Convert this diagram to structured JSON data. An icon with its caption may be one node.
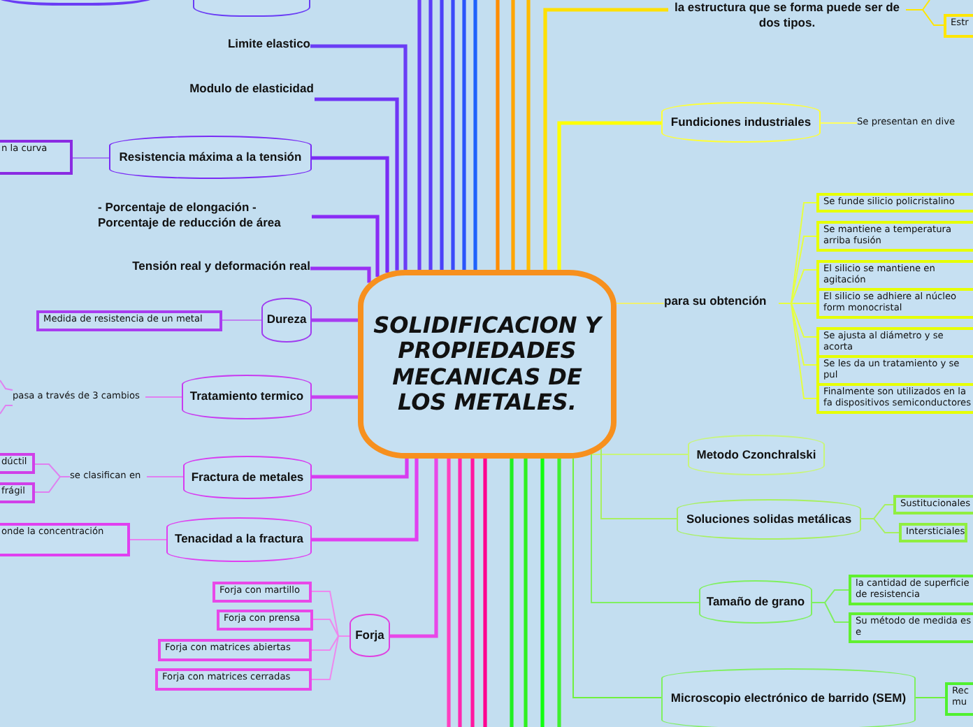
{
  "diagram": {
    "nodes": [
      {
        "text": [
          "SOLIDIFICACION Y PROPIEDADES MECANICAS DE LOS METALES."
        ]
      },
      {
        "text": [],
        "shape": "box"
      },
      {
        "text": [],
        "shape": "box"
      },
      {
        "text": [
          "Limite elastico"
        ]
      },
      {
        "text": [
          "Modulo de elasticidad"
        ]
      },
      {
        "text": [
          "Resistencia máxima a la tensión"
        ]
      },
      {
        "text": [
          "n la curva"
        ]
      },
      {
        "text": [
          "- Porcentaje de elongación - Porcentaje de reducción de área"
        ]
      },
      {
        "text": [
          "Tensión real y deformación real"
        ]
      },
      {
        "text": [
          "Dureza"
        ]
      },
      {
        "text": [
          "Medida de resistencia de un metal"
        ]
      },
      {
        "text": [
          "Tratamiento termico"
        ]
      },
      {
        "text": [
          "pasa a través de 3 cambios"
        ]
      },
      {
        "text": [
          "Fractura de metales"
        ]
      },
      {
        "text": [
          "se clasifican en"
        ]
      },
      {
        "text": [
          "dúctil"
        ]
      },
      {
        "text": [
          "frágil"
        ]
      },
      {
        "text": [
          "Tenacidad a la fractura"
        ]
      },
      {
        "text": [
          "onde la concentración"
        ]
      },
      {
        "text": [
          "Forja"
        ]
      },
      {
        "text": [
          "Forja con martillo"
        ]
      },
      {
        "text": [
          "Forja con prensa"
        ]
      },
      {
        "text": [
          "Forja con matrices abiertas"
        ]
      },
      {
        "text": [
          "Forja con matrices cerradas"
        ]
      },
      {
        "text": [
          "la estructura que se forma puede ser de dos tipos."
        ]
      },
      {
        "text": [
          "Estr"
        ]
      },
      {
        "text": [
          "Fundiciones industriales"
        ]
      },
      {
        "text": [
          "Se presentan en dive"
        ]
      },
      {
        "text": [
          "para su obtención"
        ]
      },
      {
        "text": [
          "Se funde silicio policristalino"
        ]
      },
      {
        "text": [
          "Se mantiene a temperatura arriba fusión"
        ]
      },
      {
        "text": [
          "El silicio se mantiene en agitación"
        ]
      },
      {
        "text": [
          "El silicio se adhiere al núcleo form monocristal"
        ]
      },
      {
        "text": [
          "Se ajusta al diámetro y se acorta"
        ]
      },
      {
        "text": [
          "Se les da un tratamiento y se pul"
        ]
      },
      {
        "text": [
          "Finalmente son utilizados en la fa dispositivos semiconductores"
        ]
      },
      {
        "text": [
          "Metodo Czonchralski"
        ]
      },
      {
        "text": [
          "Soluciones solidas metálicas"
        ]
      },
      {
        "text": [
          "Sustitucionales"
        ]
      },
      {
        "text": [
          "Intersticiales"
        ]
      },
      {
        "text": [
          "Tamaño de grano"
        ]
      },
      {
        "text": [
          "la cantidad de superficie de resistencia"
        ]
      },
      {
        "text": [
          "Su método de medida es e"
        ]
      },
      {
        "text": [
          "Microscopio electrónico de barrido (SEM)"
        ]
      },
      {
        "text": [
          "Rec mu"
        ]
      }
    ],
    "edges": [
      {
        "from": 3,
        "to": 0,
        "arrow": "none",
        "style": "thick",
        "color": "#6a3df5"
      },
      {
        "from": 4,
        "to": 0,
        "arrow": "none",
        "style": "thick",
        "color": "#7035f6"
      },
      {
        "from": 5,
        "to": 0,
        "arrow": "none",
        "style": "thick",
        "color": "#7a2cf5"
      },
      {
        "from": 5,
        "to": 6,
        "arrow": "none",
        "color": "#a080f0"
      },
      {
        "from": 7,
        "to": 0,
        "arrow": "none",
        "style": "thick",
        "color": "#8a2cf5"
      },
      {
        "from": 8,
        "to": 0,
        "arrow": "none",
        "style": "thick",
        "color": "#9a30f3"
      },
      {
        "from": 9,
        "to": 0,
        "arrow": "none",
        "style": "thick",
        "color": "#a83cf0"
      },
      {
        "from": 9,
        "to": 10,
        "arrow": "none",
        "color": "#c080f0"
      },
      {
        "from": 11,
        "to": 0,
        "arrow": "none",
        "style": "thick",
        "color": "#c840f0"
      },
      {
        "from": 11,
        "to": 12,
        "arrow": "none",
        "color": "#e080f0"
      },
      {
        "from": 12,
        "to": null,
        "arrow": "none",
        "color": "#e080f0"
      },
      {
        "from": 12,
        "to": null,
        "arrow": "none",
        "color": "#e080f0"
      },
      {
        "from": 13,
        "to": 0,
        "arrow": "none",
        "style": "thick",
        "color": "#d83cf0"
      },
      {
        "from": 13,
        "to": 14,
        "arrow": "none",
        "color": "#e080f0"
      },
      {
        "from": 14,
        "to": 15,
        "arrow": "none",
        "color": "#e080f0"
      },
      {
        "from": 14,
        "to": 16,
        "arrow": "none",
        "color": "#e080f0"
      },
      {
        "from": 17,
        "to": 0,
        "arrow": "none",
        "style": "thick",
        "color": "#e040f0"
      },
      {
        "from": 17,
        "to": 18,
        "arrow": "none",
        "color": "#ea80f0"
      },
      {
        "from": 19,
        "to": 0,
        "arrow": "none",
        "style": "thick",
        "color": "#e848e8"
      },
      {
        "from": 19,
        "to": 20,
        "arrow": "none",
        "color": "#ee88ee"
      },
      {
        "from": 19,
        "to": 21,
        "arrow": "none",
        "color": "#ee88ee"
      },
      {
        "from": 19,
        "to": 22,
        "arrow": "none",
        "color": "#ee88ee"
      },
      {
        "from": 19,
        "to": 23,
        "arrow": "none",
        "color": "#ee88ee"
      },
      {
        "from": 0,
        "to": null,
        "arrow": "none",
        "style": "thick",
        "color": "#6b3cf7"
      },
      {
        "from": 0,
        "to": null,
        "arrow": "none",
        "style": "thick",
        "color": "#5b3df8"
      },
      {
        "from": 0,
        "to": null,
        "arrow": "none",
        "style": "thick",
        "color": "#4a42f9"
      },
      {
        "from": 0,
        "to": null,
        "arrow": "none",
        "style": "thick",
        "color": "#3a4afa"
      },
      {
        "from": 0,
        "to": null,
        "arrow": "none",
        "style": "thick",
        "color": "#2a55fb"
      },
      {
        "from": 0,
        "to": null,
        "arrow": "none",
        "style": "thick",
        "color": "#1f62fc"
      },
      {
        "from": 0,
        "to": null,
        "arrow": "none",
        "style": "thick",
        "color": "#ff8c00"
      },
      {
        "from": 0,
        "to": null,
        "arrow": "none",
        "style": "thick",
        "color": "#ffa500"
      },
      {
        "from": 0,
        "to": null,
        "arrow": "none",
        "style": "thick",
        "color": "#ffbb00"
      },
      {
        "from": 0,
        "to": 24,
        "arrow": "none",
        "style": "thick",
        "color": "#ffe000"
      },
      {
        "from": 0,
        "to": 26,
        "arrow": "none",
        "style": "thick",
        "color": "#ffff00"
      },
      {
        "from": 24,
        "to": 25,
        "arrow": "none",
        "color": "#ffe600"
      },
      {
        "from": 24,
        "to": null,
        "arrow": "none",
        "color": "#ffe600"
      },
      {
        "from": 26,
        "to": 27,
        "arrow": "none",
        "color": "#ffff60"
      },
      {
        "from": 0,
        "to": 28,
        "arrow": "none",
        "color": "#f0f070"
      },
      {
        "from": 28,
        "to": 29,
        "arrow": "none",
        "color": "#e6ff40"
      },
      {
        "from": 28,
        "to": 30,
        "arrow": "none",
        "color": "#e6ff40"
      },
      {
        "from": 28,
        "to": 31,
        "arrow": "none",
        "color": "#e6ff40"
      },
      {
        "from": 28,
        "to": 32,
        "arrow": "none",
        "color": "#e6ff40"
      },
      {
        "from": 28,
        "to": 33,
        "arrow": "none",
        "color": "#e6ff40"
      },
      {
        "from": 28,
        "to": 34,
        "arrow": "none",
        "color": "#e6ff40"
      },
      {
        "from": 28,
        "to": 35,
        "arrow": "none",
        "color": "#e6ff40"
      },
      {
        "from": 0,
        "to": 36,
        "arrow": "none",
        "color": "#c8f57a"
      },
      {
        "from": 0,
        "to": 37,
        "arrow": "none",
        "color": "#a8f060"
      },
      {
        "from": 37,
        "to": 38,
        "arrow": "none",
        "color": "#a8f060"
      },
      {
        "from": 37,
        "to": 39,
        "arrow": "none",
        "color": "#a8f060"
      },
      {
        "from": 0,
        "to": 40,
        "arrow": "none",
        "color": "#80f060"
      },
      {
        "from": 40,
        "to": 41,
        "arrow": "none",
        "color": "#80f060"
      },
      {
        "from": 40,
        "to": 42,
        "arrow": "none",
        "color": "#80f060"
      },
      {
        "from": 0,
        "to": 43,
        "arrow": "none",
        "color": "#70f040"
      },
      {
        "from": 43,
        "to": 44,
        "arrow": "none",
        "color": "#70f040"
      },
      {
        "from": 0,
        "to": null,
        "arrow": "none",
        "style": "thick",
        "color": "#ff40c0"
      },
      {
        "from": 0,
        "to": null,
        "arrow": "none",
        "style": "thick",
        "color": "#ff28b0"
      },
      {
        "from": 0,
        "to": null,
        "arrow": "none",
        "style": "thick",
        "color": "#ff18a0"
      },
      {
        "from": 0,
        "to": null,
        "arrow": "none",
        "style": "thick",
        "color": "#ff0090"
      },
      {
        "from": 0,
        "to": null,
        "arrow": "none",
        "style": "thick",
        "color": "#20f020"
      },
      {
        "from": 0,
        "to": null,
        "arrow": "none",
        "style": "thick",
        "color": "#30f020"
      },
      {
        "from": 0,
        "to": null,
        "arrow": "none",
        "style": "thick",
        "color": "#10ff10"
      },
      {
        "from": 0,
        "to": null,
        "arrow": "none",
        "style": "thick",
        "color": "#40f030"
      }
    ]
  }
}
